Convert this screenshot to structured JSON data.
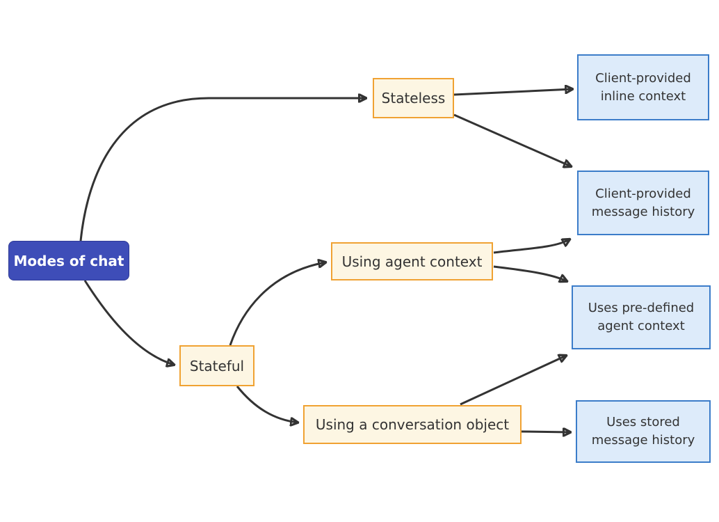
{
  "diagram": {
    "type": "flowchart-left-to-right",
    "nodes": {
      "modes_of_chat": {
        "label": "Modes of chat"
      },
      "stateless": {
        "label": "Stateless"
      },
      "stateful": {
        "label": "Stateful"
      },
      "using_agent_context": {
        "label": "Using agent context"
      },
      "using_conversation_object": {
        "label": "Using a conversation object"
      },
      "inline_context": {
        "label": "Client-provided inline context",
        "lines": [
          "Client-provided",
          "inline context"
        ]
      },
      "message_history": {
        "label": "Client-provided message history",
        "lines": [
          "Client-provided",
          "message history"
        ]
      },
      "predefined_agent_context": {
        "label": "Uses pre-defined agent context",
        "lines": [
          "Uses pre-defined",
          "agent context"
        ]
      },
      "stored_message_history": {
        "label": "Uses stored message history",
        "lines": [
          "Uses stored",
          "message history"
        ]
      }
    },
    "edges": [
      {
        "from": "modes_of_chat",
        "to": "stateless"
      },
      {
        "from": "modes_of_chat",
        "to": "stateful"
      },
      {
        "from": "stateless",
        "to": "inline_context"
      },
      {
        "from": "stateless",
        "to": "message_history"
      },
      {
        "from": "using_agent_context",
        "to": "message_history"
      },
      {
        "from": "using_agent_context",
        "to": "predefined_agent_context"
      },
      {
        "from": "stateful",
        "to": "using_agent_context"
      },
      {
        "from": "stateful",
        "to": "using_conversation_object"
      },
      {
        "from": "using_conversation_object",
        "to": "predefined_agent_context"
      },
      {
        "from": "using_conversation_object",
        "to": "stored_message_history"
      }
    ],
    "colors": {
      "root_fill": "#3E4DB8",
      "root_text": "#FFFFFF",
      "branch_fill": "#FDF6E3",
      "branch_border": "#F0A232",
      "leaf_fill": "#DDEBFA",
      "leaf_border": "#3B7CC9",
      "edge": "#333333",
      "text": "#333333",
      "background": "#FFFFFF"
    }
  }
}
